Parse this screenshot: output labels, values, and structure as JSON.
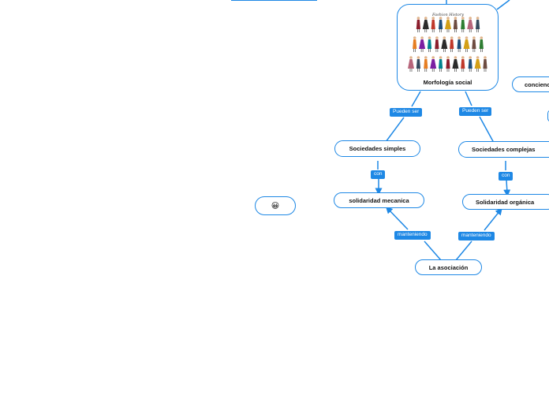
{
  "nodes": {
    "morfologia": "Morfología social",
    "morfologia_image_caption": "Fashion History",
    "conciencia": "concienc",
    "simples": "Sociedades simples",
    "complejas": "Sociedades complejas",
    "mecanica": "solidaridad mecanica",
    "organica": "Solidaridad orgánica",
    "asociacion": "La asociación",
    "emoji": "😀"
  },
  "edge_labels": {
    "pueden_ser_left": "Pueden ser",
    "pueden_ser_right": "Pueden ser",
    "con_left": "con",
    "con_right": "con",
    "manteniendo_left": "manteniendo",
    "manteniendo_right": "manteniendo"
  },
  "colors": {
    "accent": "#1e88e5"
  }
}
